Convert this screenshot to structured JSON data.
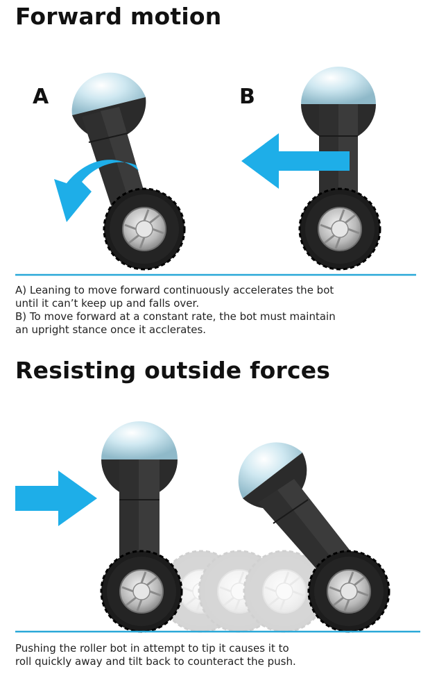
{
  "section1": {
    "title": "Forward motion",
    "label_a": "A",
    "label_b": "B",
    "caption_lines": [
      "A) Leaning to move forward continuously accelerates the bot",
      "until it can’t keep up and falls over.",
      "B) To move forward at a constant rate, the bot must maintain",
      "an upright stance once it acclerates."
    ]
  },
  "section2": {
    "title": "Resisting outside forces",
    "caption_lines": [
      "Pushing the roller bot in attempt to tip it causes it to",
      "roll quickly away and tilt back to counteract the push."
    ]
  },
  "colors": {
    "arrow": "#1eaee8",
    "ground": "#29a8d8",
    "body": "#2b2b2b",
    "tire": "#1c1c1c",
    "hub": "#c9c9c9",
    "dome": "#bfe0ec"
  }
}
